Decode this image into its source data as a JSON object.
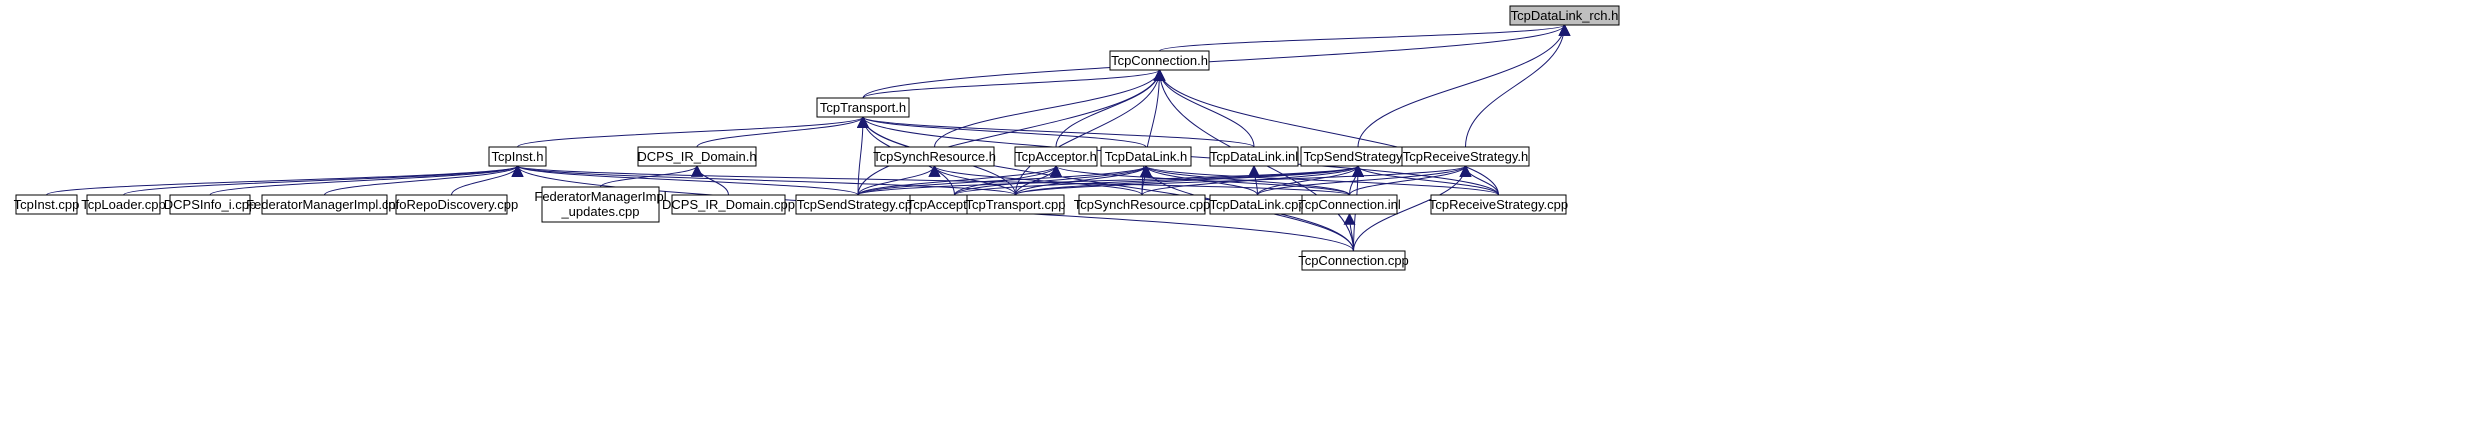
{
  "graph": {
    "colors": {
      "edge": "#191970",
      "arrowhead": "#191970",
      "root_fill": "#bfbfbf",
      "node_fill": "#ffffff",
      "node_border": "#000000"
    },
    "nodes": [
      {
        "id": "rch",
        "label": "TcpDataLink_rch.h",
        "root": true
      },
      {
        "id": "conn_h",
        "label": "TcpConnection.h"
      },
      {
        "id": "transport_h",
        "label": "TcpTransport.h"
      },
      {
        "id": "inst_h",
        "label": "TcpInst.h"
      },
      {
        "id": "dcps_h",
        "label": "DCPS_IR_Domain.h"
      },
      {
        "id": "synchres_h",
        "label": "TcpSynchResource.h"
      },
      {
        "id": "acceptor_h",
        "label": "TcpAcceptor.h"
      },
      {
        "id": "datalink_h",
        "label": "TcpDataLink.h"
      },
      {
        "id": "datalink_inl",
        "label": "TcpDataLink.inl"
      },
      {
        "id": "sendstrat_h",
        "label": "TcpSendStrategy.h"
      },
      {
        "id": "recvstrat_h",
        "label": "TcpReceiveStrategy.h"
      },
      {
        "id": "inst_cpp",
        "label": "TcpInst.cpp"
      },
      {
        "id": "loader_cpp",
        "label": "TcpLoader.cpp"
      },
      {
        "id": "dcpsinfo_cpp",
        "label": "DCPSInfo_i.cpp"
      },
      {
        "id": "fedmgr_cpp",
        "label": "FederatorManagerImpl.cpp"
      },
      {
        "id": "inforepo_cpp",
        "label": "InfoRepoDiscovery.cpp"
      },
      {
        "id": "fedupd_cpp",
        "label": [
          "FederatorManagerImpl",
          "_updates.cpp"
        ]
      },
      {
        "id": "dcpsdom_cpp",
        "label": "DCPS_IR_Domain.cpp"
      },
      {
        "id": "sendstrat_cpp",
        "label": "TcpSendStrategy.cpp"
      },
      {
        "id": "acceptor_cpp",
        "label": "TcpAcceptor.cpp"
      },
      {
        "id": "transport_cpp",
        "label": "TcpTransport.cpp"
      },
      {
        "id": "synchres_cpp",
        "label": "TcpSynchResource.cpp"
      },
      {
        "id": "datalink_cpp",
        "label": "TcpDataLink.cpp"
      },
      {
        "id": "conn_inl",
        "label": "TcpConnection.inl"
      },
      {
        "id": "recvstrat_cpp",
        "label": "TcpReceiveStrategy.cpp"
      },
      {
        "id": "conn_cpp",
        "label": "TcpConnection.cpp"
      }
    ],
    "edges": [
      [
        "conn_h",
        "rch"
      ],
      [
        "transport_h",
        "rch"
      ],
      [
        "sendstrat_h",
        "rch"
      ],
      [
        "recvstrat_h",
        "rch"
      ],
      [
        "transport_h",
        "conn_h"
      ],
      [
        "synchres_h",
        "conn_h"
      ],
      [
        "acceptor_h",
        "conn_h"
      ],
      [
        "datalink_inl",
        "conn_h"
      ],
      [
        "sendstrat_cpp",
        "conn_h"
      ],
      [
        "transport_cpp",
        "conn_h"
      ],
      [
        "synchres_cpp",
        "conn_h"
      ],
      [
        "recvstrat_cpp",
        "conn_h"
      ],
      [
        "conn_cpp",
        "conn_h"
      ],
      [
        "inst_h",
        "transport_h"
      ],
      [
        "dcps_h",
        "transport_h"
      ],
      [
        "datalink_h",
        "transport_h"
      ],
      [
        "datalink_inl",
        "transport_h"
      ],
      [
        "sendstrat_cpp",
        "transport_h"
      ],
      [
        "acceptor_cpp",
        "transport_h"
      ],
      [
        "transport_cpp",
        "transport_h"
      ],
      [
        "recvstrat_cpp",
        "transport_h"
      ],
      [
        "conn_cpp",
        "transport_h"
      ],
      [
        "inst_cpp",
        "inst_h"
      ],
      [
        "loader_cpp",
        "inst_h"
      ],
      [
        "dcpsinfo_cpp",
        "inst_h"
      ],
      [
        "fedmgr_cpp",
        "inst_h"
      ],
      [
        "inforepo_cpp",
        "inst_h"
      ],
      [
        "sendstrat_cpp",
        "inst_h"
      ],
      [
        "transport_cpp",
        "inst_h"
      ],
      [
        "conn_inl",
        "inst_h"
      ],
      [
        "conn_cpp",
        "inst_h"
      ],
      [
        "fedupd_cpp",
        "dcps_h"
      ],
      [
        "dcpsdom_cpp",
        "dcps_h"
      ],
      [
        "sendstrat_cpp",
        "synchres_h"
      ],
      [
        "transport_cpp",
        "synchres_h"
      ],
      [
        "synchres_cpp",
        "synchres_h"
      ],
      [
        "sendstrat_cpp",
        "acceptor_h"
      ],
      [
        "acceptor_cpp",
        "acceptor_h"
      ],
      [
        "transport_cpp",
        "acceptor_h"
      ],
      [
        "conn_inl",
        "acceptor_h"
      ],
      [
        "sendstrat_cpp",
        "datalink_h"
      ],
      [
        "acceptor_cpp",
        "datalink_h"
      ],
      [
        "transport_cpp",
        "datalink_h"
      ],
      [
        "synchres_cpp",
        "datalink_h"
      ],
      [
        "datalink_cpp",
        "datalink_h"
      ],
      [
        "conn_inl",
        "datalink_h"
      ],
      [
        "recvstrat_cpp",
        "datalink_h"
      ],
      [
        "conn_cpp",
        "datalink_h"
      ],
      [
        "datalink_cpp",
        "datalink_inl"
      ],
      [
        "sendstrat_cpp",
        "sendstrat_h"
      ],
      [
        "acceptor_cpp",
        "sendstrat_h"
      ],
      [
        "transport_cpp",
        "sendstrat_h"
      ],
      [
        "synchres_cpp",
        "sendstrat_h"
      ],
      [
        "datalink_cpp",
        "sendstrat_h"
      ],
      [
        "conn_inl",
        "sendstrat_h"
      ],
      [
        "recvstrat_cpp",
        "sendstrat_h"
      ],
      [
        "conn_cpp",
        "sendstrat_h"
      ],
      [
        "transport_cpp",
        "recvstrat_h"
      ],
      [
        "datalink_cpp",
        "recvstrat_h"
      ],
      [
        "conn_inl",
        "recvstrat_h"
      ],
      [
        "recvstrat_cpp",
        "recvstrat_h"
      ],
      [
        "conn_cpp",
        "recvstrat_h"
      ],
      [
        "conn_cpp",
        "conn_inl"
      ]
    ]
  }
}
